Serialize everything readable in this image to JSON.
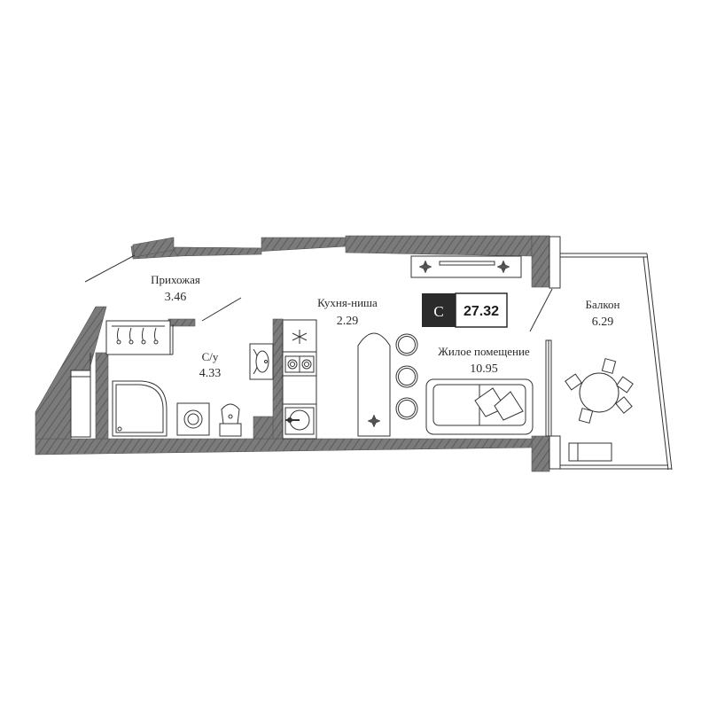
{
  "apartment": {
    "type_letter": "С",
    "total_area": "27.32"
  },
  "rooms": {
    "hallway": {
      "name": "Прихожая",
      "area": "3.46"
    },
    "bathroom": {
      "name": "С/у",
      "area": "4.33"
    },
    "kitchen": {
      "name": "Кухня-ниша",
      "area": "2.29"
    },
    "living": {
      "name": "Жилое помещение",
      "area": "10.95"
    },
    "balcony": {
      "name": "Балкон",
      "area": "6.29"
    }
  },
  "colors": {
    "wall": "#7a7a7a",
    "wall_hatch": "#5e5e5e",
    "line": "#333333",
    "badge_dark": "#2b2b2b",
    "background": "#ffffff"
  }
}
